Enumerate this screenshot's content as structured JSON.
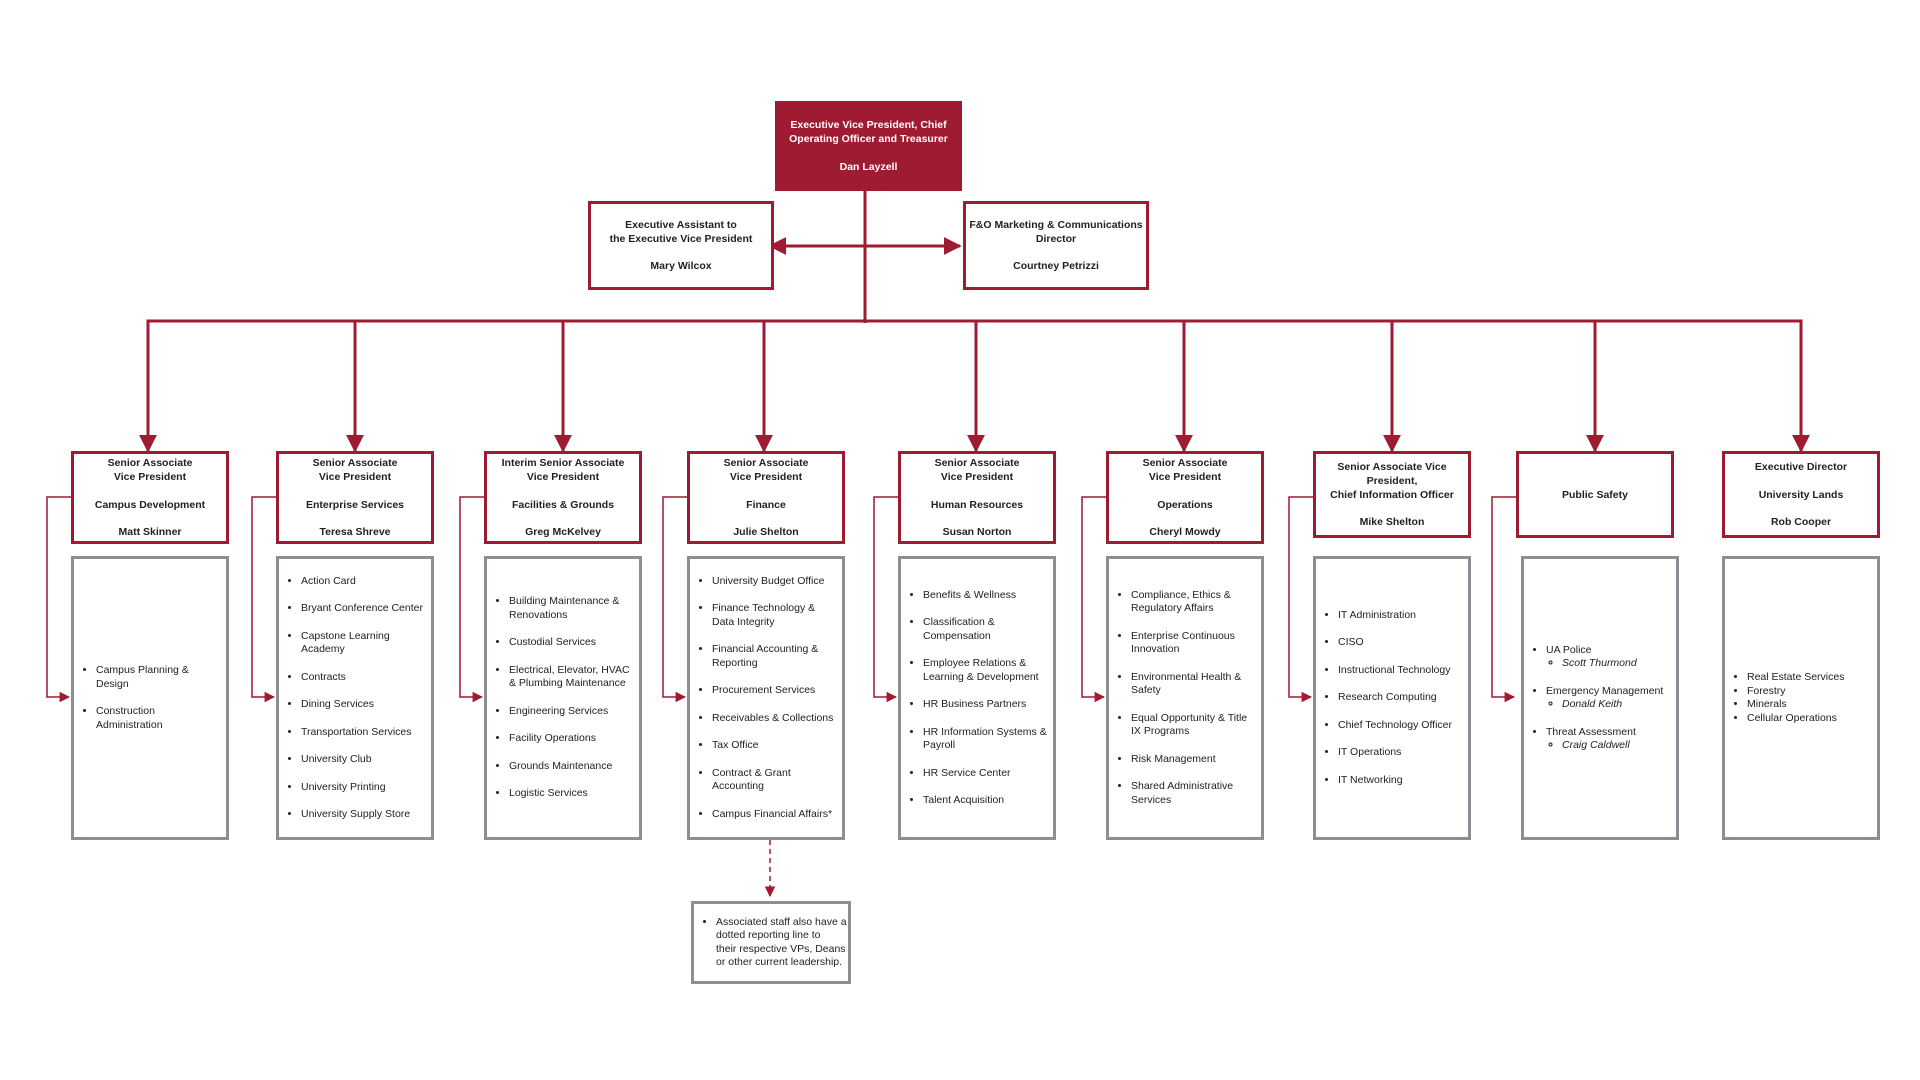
{
  "colors": {
    "accent": "#9e1b32",
    "box_border_gray": "#8a8f94"
  },
  "top": {
    "title_line1": "Executive Vice President, Chief",
    "title_line2": "Operating Officer and Treasurer",
    "name": "Dan Layzell"
  },
  "assistant": {
    "title_line1": "Executive Assistant to",
    "title_line2": "the Executive Vice President",
    "name": "Mary Wilcox"
  },
  "marketing": {
    "title_line1": "F&O Marketing & Communications",
    "title_line2": "Director",
    "name": "Courtney Petrizzi"
  },
  "units": [
    {
      "title_line1": "Senior Associate",
      "title_line2": "Vice President",
      "unit": "Campus Development",
      "name": "Matt Skinner",
      "items": [
        "Campus Planning & Design",
        "Construction Administration"
      ]
    },
    {
      "title_line1": "Senior Associate",
      "title_line2": "Vice President",
      "unit": "Enterprise Services",
      "name": "Teresa Shreve",
      "items": [
        "Action Card",
        "Bryant Conference Center",
        "Capstone Learning Academy",
        "Contracts",
        "Dining Services",
        "Transportation Services",
        "University Club",
        "University Printing",
        "University Supply Store"
      ]
    },
    {
      "title_line1": "Interim Senior Associate",
      "title_line2": "Vice President",
      "unit": "Facilities & Grounds",
      "name": "Greg McKelvey",
      "items": [
        "Building Maintenance & Renovations",
        "Custodial Services",
        "Electrical, Elevator, HVAC & Plumbing Maintenance",
        "Engineering Services",
        "Facility Operations",
        "Grounds Maintenance",
        "Logistic Services"
      ]
    },
    {
      "title_line1": "Senior Associate",
      "title_line2": "Vice President",
      "unit": "Finance",
      "name": "Julie Shelton",
      "items": [
        "University Budget Office",
        "Finance Technology & Data Integrity",
        "Financial Accounting & Reporting",
        "Procurement Services",
        "Receivables & Collections",
        "Tax Office",
        "Contract & Grant Accounting",
        "Campus Financial Affairs*"
      ]
    },
    {
      "title_line1": "Senior Associate",
      "title_line2": "Vice President",
      "unit": "Human Resources",
      "name": "Susan Norton",
      "items": [
        "Benefits & Wellness",
        "Classification & Compensation",
        "Employee Relations & Learning & Development",
        "HR Business Partners",
        "HR Information Systems & Payroll",
        "HR Service Center",
        "Talent Acquisition"
      ]
    },
    {
      "title_line1": "Senior Associate",
      "title_line2": "Vice President",
      "unit": "Operations",
      "name": "Cheryl Mowdy",
      "items": [
        "Compliance, Ethics & Regulatory Affairs",
        "Enterprise Continuous Innovation",
        "Environmental Health & Safety",
        "Equal Opportunity & Title IX Programs",
        "Risk Management",
        "Shared Administrative Services"
      ]
    },
    {
      "title_line1": "Senior Associate Vice",
      "title_line2": "President,",
      "title_line3": "Chief Information Officer",
      "name": "Mike Shelton",
      "items": [
        "IT Administration",
        "CISO",
        "Instructional Technology",
        "Research Computing",
        "Chief Technology Officer",
        "IT Operations",
        "IT Networking"
      ]
    },
    {
      "title_line1": "Public Safety",
      "items": [
        {
          "label": "UA Police",
          "lead": "Scott Thurmond"
        },
        {
          "label": "Emergency Management",
          "lead": "Donald Keith"
        },
        {
          "label": "Threat Assessment",
          "lead": "Craig Caldwell"
        }
      ]
    },
    {
      "title_line1": "Executive Director",
      "unit": "University Lands",
      "name": "Rob Cooper",
      "items": [
        "Real Estate Services",
        "Forestry",
        "Minerals",
        "Cellular Operations"
      ]
    }
  ],
  "footnote": {
    "lines": [
      "Associated staff also have a",
      "dotted reporting line to",
      "their respective VPs, Deans",
      "or other current leadership."
    ]
  }
}
